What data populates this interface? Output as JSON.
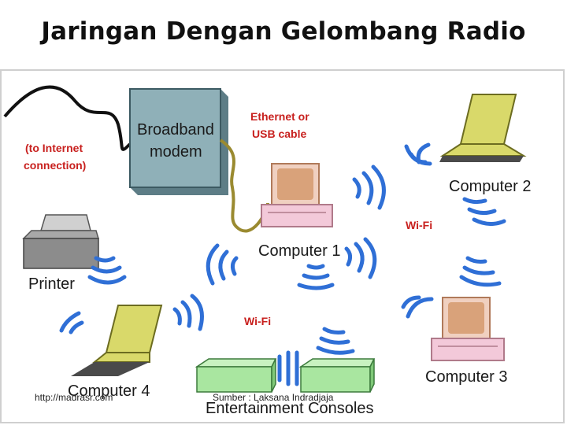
{
  "title": "Jaringan Dengan Gelombang Radio",
  "labels": {
    "internet": [
      "(to Internet",
      "connection)"
    ],
    "modem": [
      "Broadband",
      "modem"
    ],
    "cable": [
      "Ethernet or",
      "USB cable"
    ],
    "computer1": "Computer 1",
    "computer2": "Computer 2",
    "computer3": "Computer 3",
    "computer4": "Computer 4",
    "printer": "Printer",
    "wifi_right": "Wi-Fi",
    "wifi_center": "Wi-Fi",
    "consoles": "Entertainment Consoles"
  },
  "footer": {
    "url": "http://madrasr.com",
    "source": "Sumber : Laksana Indradjaja"
  },
  "colors": {
    "wave": "#2f6fd6",
    "label_red": "#c8201e",
    "modem": "#8fb0b8",
    "laptop": "#d9d96a",
    "computer_screen": "#d9a27a",
    "computer_base": "#f3c9d9",
    "console": "#a9e6a0",
    "printer": "#8c8c8c"
  },
  "icons": [
    "modem-icon",
    "computer-1-icon",
    "computer-2-laptop-icon",
    "computer-3-icon",
    "computer-4-laptop-icon",
    "printer-icon",
    "console-icon",
    "wifi-wave-icon"
  ]
}
